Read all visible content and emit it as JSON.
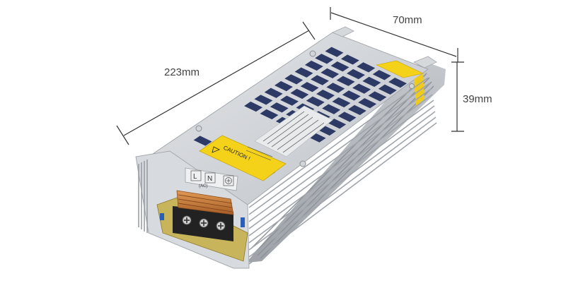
{
  "dimensions": {
    "length": "223mm",
    "width": "70mm",
    "height": "39mm"
  },
  "terminal": {
    "L": "L",
    "N": "N",
    "sub": "(AC)"
  },
  "label": {
    "caution": "CAUTION !"
  },
  "colors": {
    "housing": "#c9ccd1",
    "housing_shadow": "#9ea2a8",
    "fin": "#b7bbc1",
    "label_yellow": "#f5d21a",
    "copper": "#c97a3c",
    "terminal_black": "#222222",
    "pcb": "#c8b45a",
    "dimension_line": "#333333"
  },
  "icons": [
    "ground-symbol-icon",
    "warning-triangle-icon"
  ]
}
